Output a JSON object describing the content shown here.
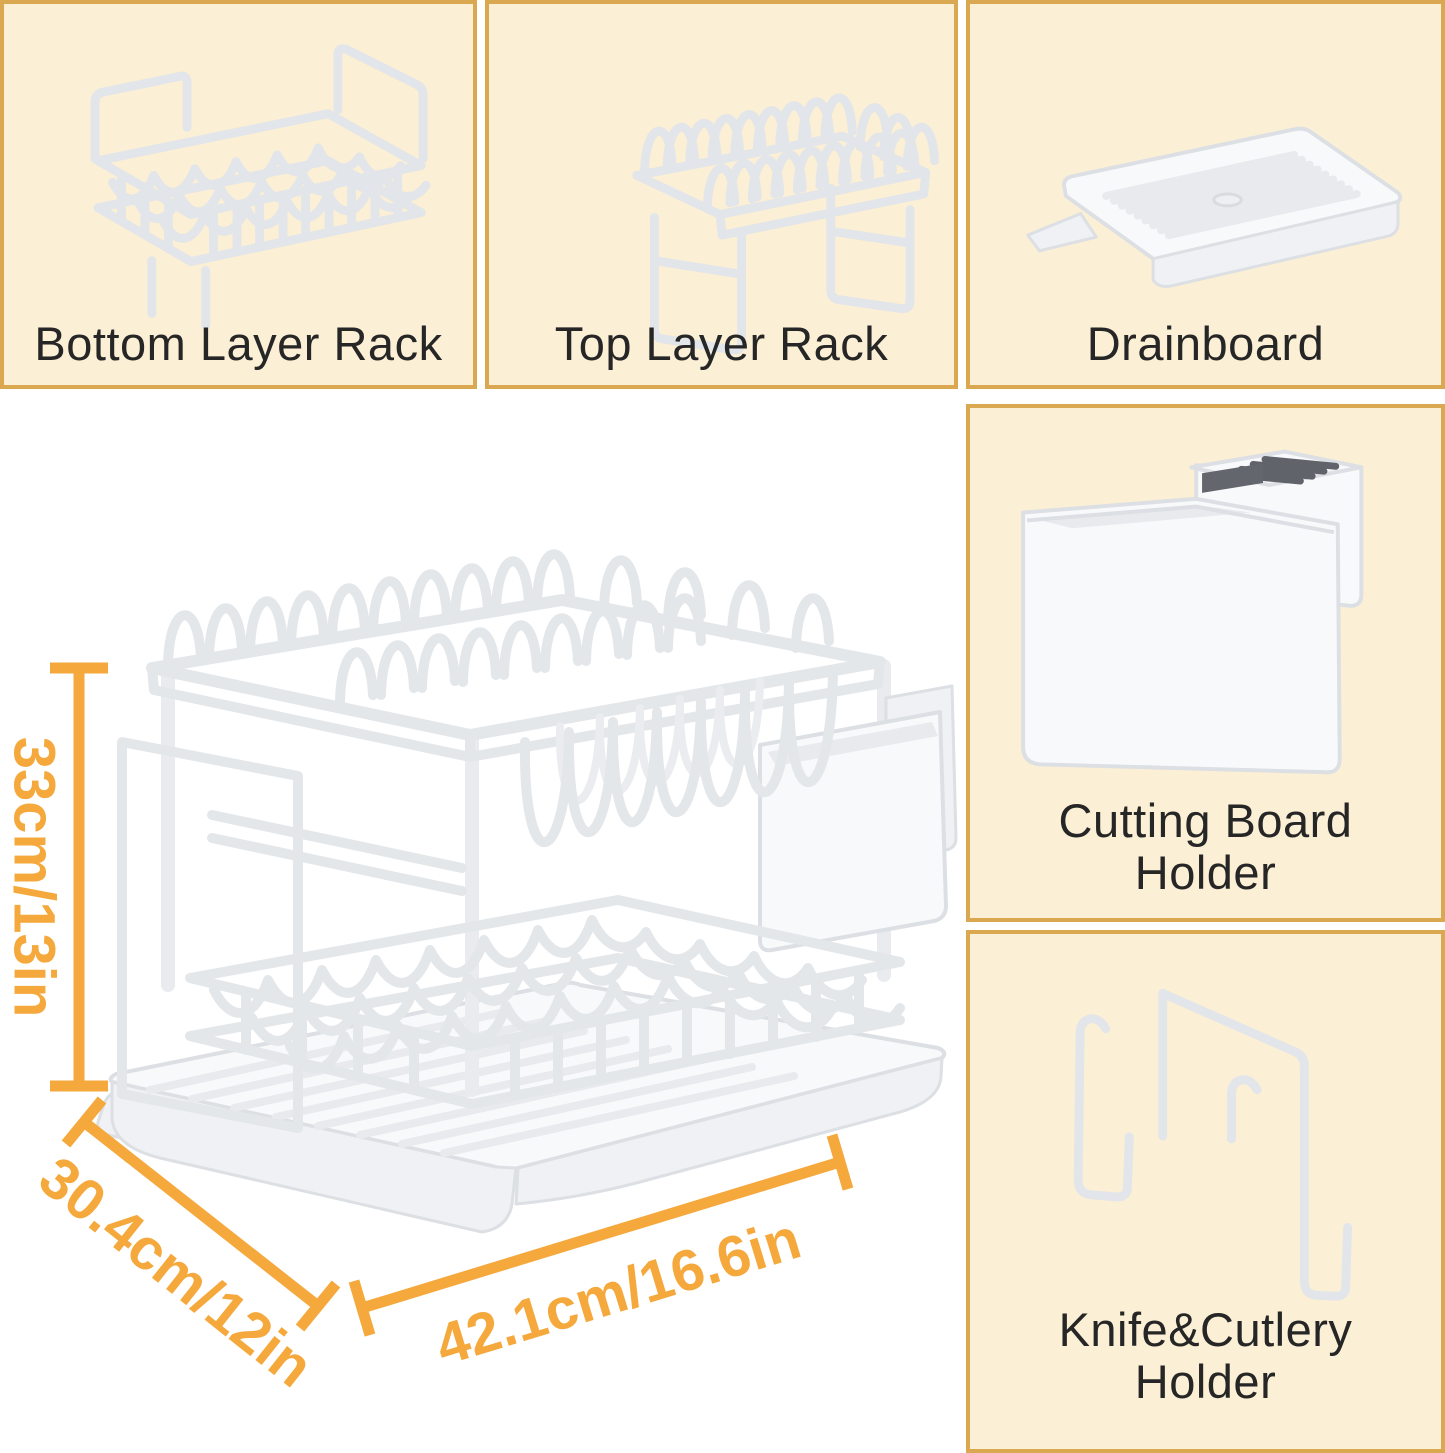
{
  "panels": [
    {
      "id": "bottom-layer-rack",
      "label": "Bottom Layer Rack"
    },
    {
      "id": "top-layer-rack",
      "label": "Top Layer Rack"
    },
    {
      "id": "drainboard",
      "label": "Drainboard"
    },
    {
      "id": "cutting-board-holder",
      "label": "Cutting Board Holder"
    },
    {
      "id": "knife-cutlery-holder",
      "label": "Knife&Cutlery Holder"
    }
  ],
  "dimensions": {
    "height_label": "33cm/13in",
    "depth_label": "30.4cm/12in",
    "width_label": "42.1cm/16.6in"
  },
  "colors": {
    "panel_background": "#FBEFD5",
    "panel_border": "#D9A851",
    "dimension_accent": "#F5A83B",
    "label_text": "#262626",
    "product_line": "#E2E5E9",
    "page_background": "#FFFFFF"
  }
}
